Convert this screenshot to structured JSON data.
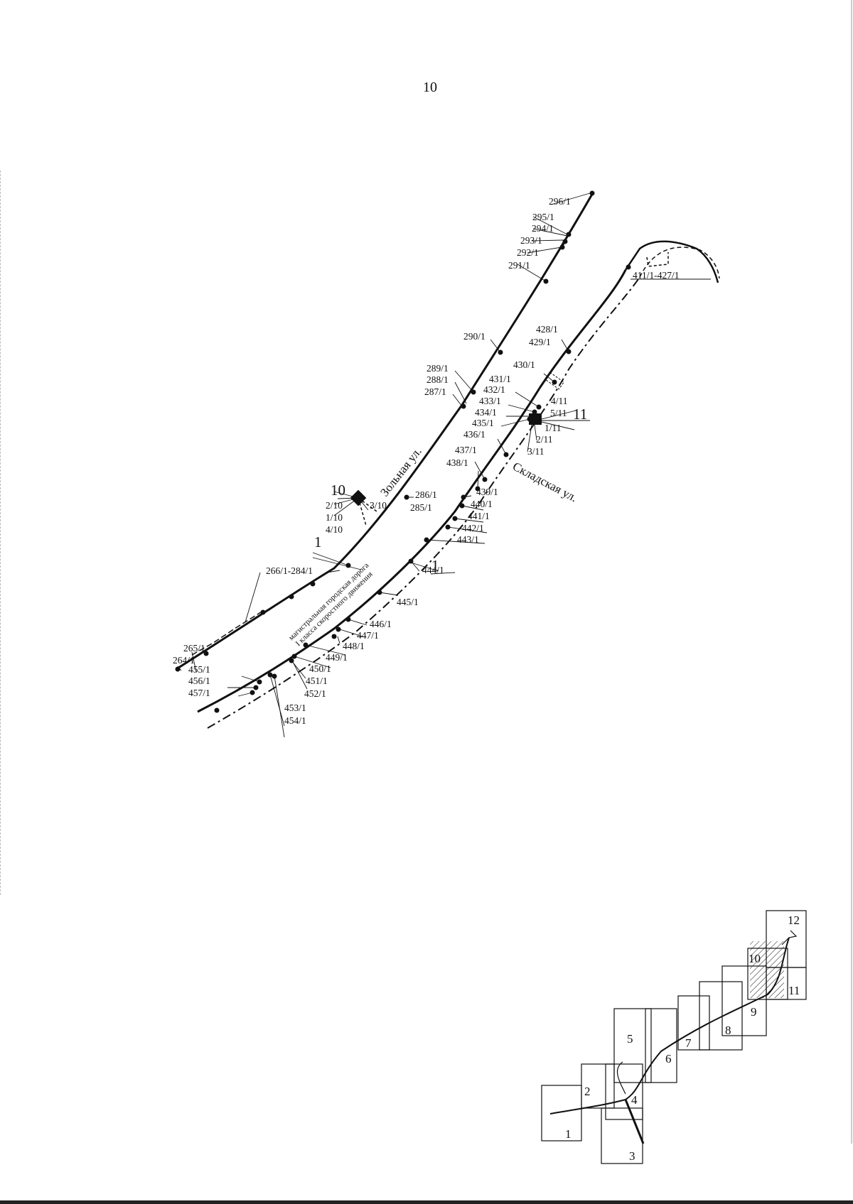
{
  "page_number": "10",
  "streets": {
    "zolnaya": "Зольная ул.",
    "skladskaya": "Складская ул."
  },
  "highway": {
    "line1": "магистральная городская дорога",
    "line2": "I класса скоростного движения"
  },
  "line_numbers": {
    "upper": "1",
    "lower": "1"
  },
  "substations": {
    "s10": {
      "name": "10",
      "points": [
        "2/10",
        "1/10",
        "4/10",
        "3/10"
      ]
    },
    "s11": {
      "name": "11",
      "points": [
        "4/11",
        "5/11",
        "1/11",
        "2/11",
        "3/11"
      ]
    }
  },
  "upper_labels": [
    "296/1",
    "295/1",
    "294/1",
    "293/1",
    "292/1",
    "291/1",
    "290/1",
    "289/1",
    "288/1",
    "287/1",
    "286/1",
    "285/1",
    "266/1-284/1",
    "265/1",
    "264/1"
  ],
  "lower_labels": [
    "411/1-427/1",
    "428/1",
    "429/1",
    "430/1",
    "431/1",
    "432/1",
    "433/1",
    "434/1",
    "435/1",
    "436/1",
    "437/1",
    "438/1",
    "439/1",
    "440/1",
    "441/1",
    "442/1",
    "443/1",
    "444/1",
    "445/1",
    "446/1",
    "447/1",
    "448/1",
    "449/1",
    "450/1",
    "451/1",
    "452/1",
    "453/1",
    "454/1",
    "455/1",
    "456/1",
    "457/1"
  ],
  "index_map": {
    "sheets": [
      "1",
      "2",
      "3",
      "4",
      "5",
      "6",
      "7",
      "8",
      "9",
      "10",
      "11",
      "12"
    ],
    "current_sheet": "10"
  }
}
